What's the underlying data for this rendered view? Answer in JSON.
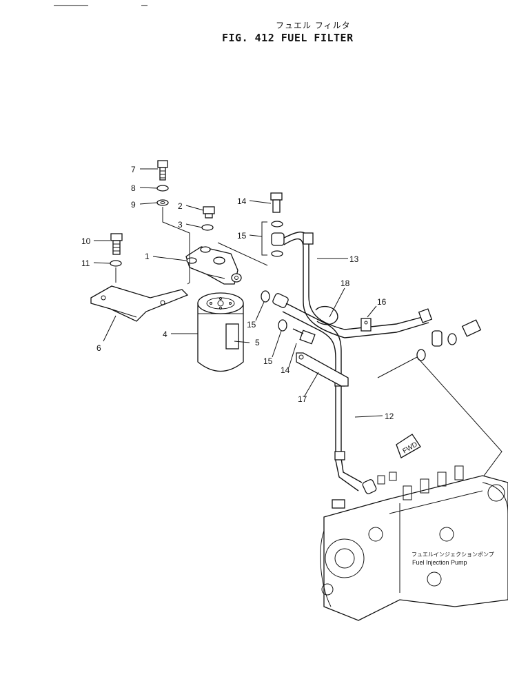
{
  "header": {
    "title_jp": "フュエル フィルタ",
    "title_en": "FIG. 412  FUEL  FILTER"
  },
  "callouts": [
    {
      "id": "c1",
      "label": "1"
    },
    {
      "id": "c2",
      "label": "2"
    },
    {
      "id": "c3",
      "label": "3"
    },
    {
      "id": "c4",
      "label": "4"
    },
    {
      "id": "c5",
      "label": "5"
    },
    {
      "id": "c6",
      "label": "6"
    },
    {
      "id": "c7",
      "label": "7"
    },
    {
      "id": "c8",
      "label": "8"
    },
    {
      "id": "c9",
      "label": "9"
    },
    {
      "id": "c10",
      "label": "10"
    },
    {
      "id": "c11",
      "label": "11"
    },
    {
      "id": "c12",
      "label": "12"
    },
    {
      "id": "c13",
      "label": "13"
    },
    {
      "id": "c14a",
      "label": "14"
    },
    {
      "id": "c14b",
      "label": "14"
    },
    {
      "id": "c15a",
      "label": "15"
    },
    {
      "id": "c15b",
      "label": "15"
    },
    {
      "id": "c15c",
      "label": "15"
    },
    {
      "id": "c16",
      "label": "16"
    },
    {
      "id": "c17",
      "label": "17"
    },
    {
      "id": "c18",
      "label": "18"
    }
  ],
  "fwd_label": "FWD",
  "pump_label_jp": "フュエルインジェクションポンプ",
  "pump_label_en": "Fuel Injection Pump"
}
